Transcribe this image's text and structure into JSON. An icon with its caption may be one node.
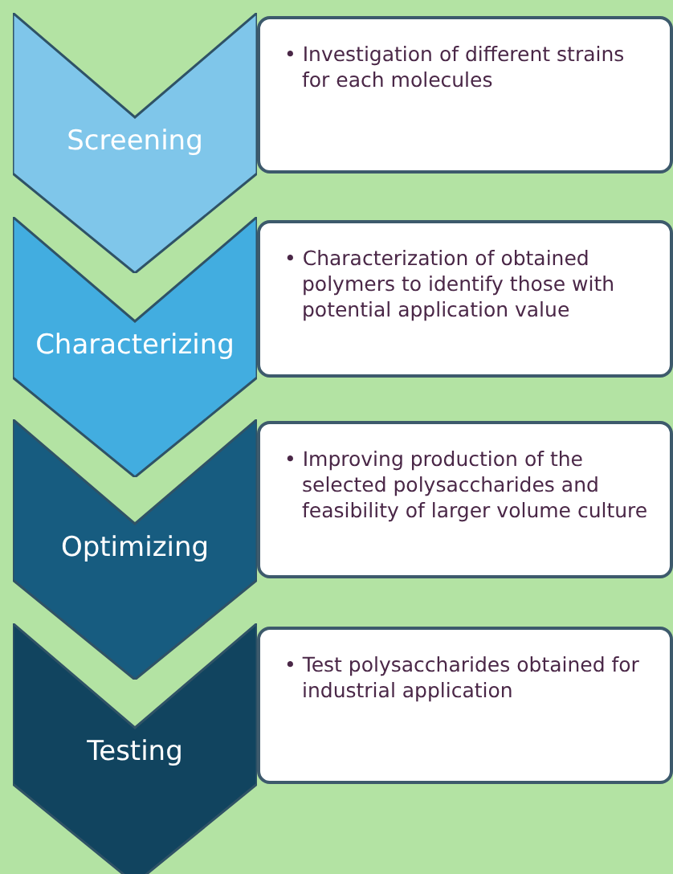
{
  "diagram": {
    "nodes": [
      {
        "text": [
          "Screening"
        ]
      },
      {
        "text": [
          "• Investigation of different strains for each molecules"
        ]
      },
      {
        "text": [
          "Characterizing"
        ]
      },
      {
        "text": [
          "• Characterization of obtained polymers to identify those with potential application value"
        ]
      },
      {
        "text": [
          "Optimizing"
        ]
      },
      {
        "text": [
          "• Improving production of the selected polysaccharides and feasibility of larger volume culture"
        ]
      },
      {
        "text": [
          "Testing"
        ]
      },
      {
        "text": [
          "• Test polysaccharides obtained for industrial application"
        ]
      }
    ],
    "edges": []
  }
}
